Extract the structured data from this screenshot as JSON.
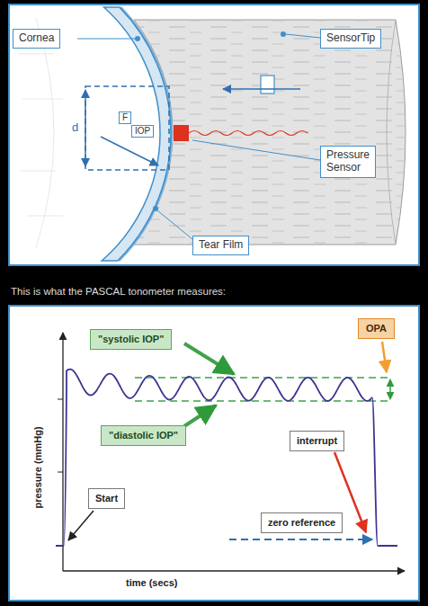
{
  "diagram": {
    "nodes": [
      {
        "text": [
          "Cornea"
        ]
      },
      {
        "text": [
          "SensorTip"
        ]
      },
      {
        "text": [
          "F"
        ]
      },
      {
        "text": [
          "IOP"
        ]
      },
      {
        "text": [
          "Pressure Sensor"
        ]
      },
      {
        "text": [
          "Tear Film"
        ]
      },
      {
        "text": [
          "\"systolic IOP\""
        ]
      },
      {
        "text": [
          "OPA"
        ]
      },
      {
        "text": [
          "\"diastolic IOP\""
        ]
      },
      {
        "text": [
          "interrupt"
        ]
      },
      {
        "text": [
          "Start"
        ]
      },
      {
        "text": [
          "zero reference"
        ]
      }
    ],
    "labels": [
      "d",
      "This is what the PASCAL tonometer measures:",
      "pressure (mmHg)",
      "time (secs)"
    ]
  }
}
